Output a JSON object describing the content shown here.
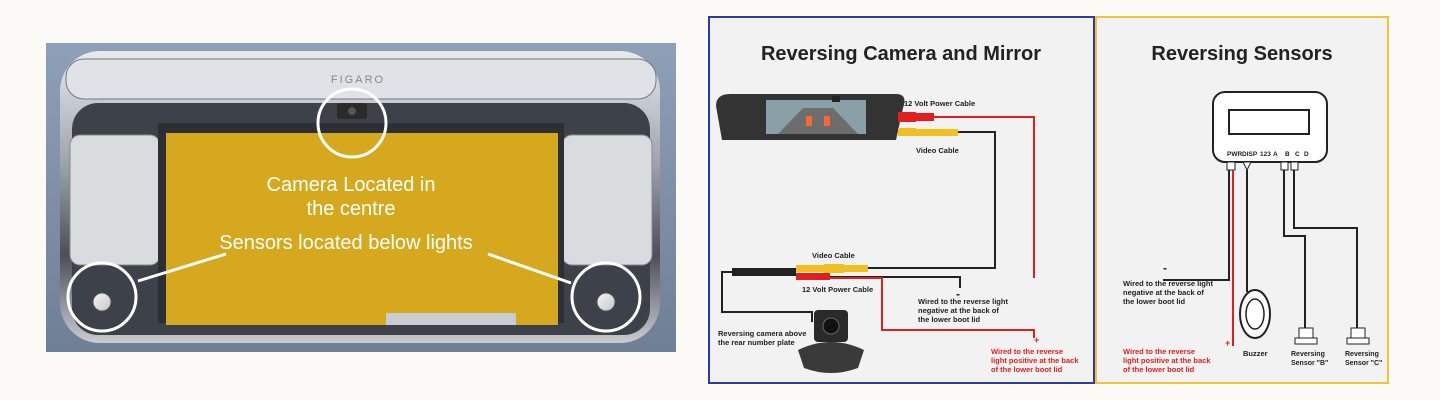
{
  "photo": {
    "brand_text": "FIGARO",
    "caption_camera_line1": "Camera Located in",
    "caption_camera_line2": "the centre",
    "caption_sensors": "Sensors located below lights"
  },
  "camera_panel": {
    "title": "Reversing Camera and Mirror",
    "label_power_top": "12 Volt Power Cable",
    "label_video_top": "Video Cable",
    "label_video_bottom": "Video Cable",
    "label_power_bottom": "12 Volt Power Cable",
    "label_minus": "-",
    "label_negative_1": "Wired to the reverse light",
    "label_negative_2": "negative at the back of",
    "label_negative_3": "the lower boot lid",
    "label_camera_1": "Reversing camera above",
    "label_camera_2": "the rear number plate",
    "label_plus": "+",
    "label_positive_1": "Wired to the reverse",
    "label_positive_2": "light positive at the back",
    "label_positive_3": "of the lower boot lid",
    "border_color": "#2b3aa8"
  },
  "sensors_panel": {
    "title": "Reversing Sensors",
    "port_labels": [
      "PWR",
      "DISP",
      "123",
      "A",
      "B",
      "C",
      "D"
    ],
    "label_minus": "-",
    "label_negative_1": "Wired to the reverse light",
    "label_negative_2": "negative at the back of",
    "label_negative_3": "the lower boot lid",
    "label_plus": "+",
    "label_positive_1": "Wired to the reverse",
    "label_positive_2": "light positive at the back",
    "label_positive_3": "of the lower boot lid",
    "label_buzzer": "Buzzer",
    "label_sensor_b_1": "Reversing",
    "label_sensor_b_2": "Sensor \"B\"",
    "label_sensor_c_1": "Reversing",
    "label_sensor_c_2": "Sensor \"C\"",
    "border_color": "#f2c23a"
  },
  "colors": {
    "plate_yellow": "#d6a81d",
    "wire_red": "#e02020",
    "positive_label_red": "#e02020"
  }
}
